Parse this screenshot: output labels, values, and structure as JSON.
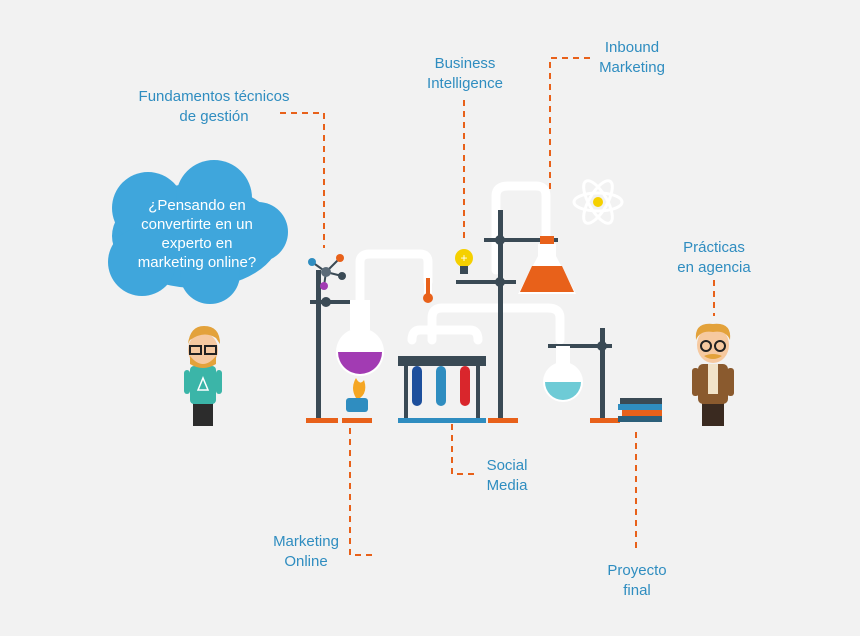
{
  "colors": {
    "accent_orange": "#e8611a",
    "label_blue": "#2f8dc0",
    "cloud_blue": "#3fa6dc",
    "stand_dark": "#3a4a55",
    "glass_white": "#ffffff",
    "purple_liquid": "#a23bb3",
    "orange_liquid": "#e8611a",
    "teal_liquid": "#6ecbd6"
  },
  "cloud": {
    "lines": [
      "¿Pensando en",
      "convertirte en un",
      "experto en",
      "marketing online?"
    ]
  },
  "labels": {
    "fundamentos": [
      "Fundamentos técnicos",
      "de gestión"
    ],
    "business": [
      "Business",
      "Intelligence"
    ],
    "inbound": [
      "Inbound",
      "Marketing"
    ],
    "practicas": [
      "Prácticas",
      "en agencia"
    ],
    "social": [
      "Social",
      "Media"
    ],
    "marketing_online": [
      "Marketing",
      "Online"
    ],
    "proyecto": [
      "Proyecto",
      "final"
    ]
  },
  "icons": {
    "molecule": "molecule-icon",
    "atom": "atom-icon",
    "bulb": "lightbulb-icon",
    "thermometer": "thermometer-icon",
    "burner": "flame-icon",
    "books": "books-icon"
  }
}
